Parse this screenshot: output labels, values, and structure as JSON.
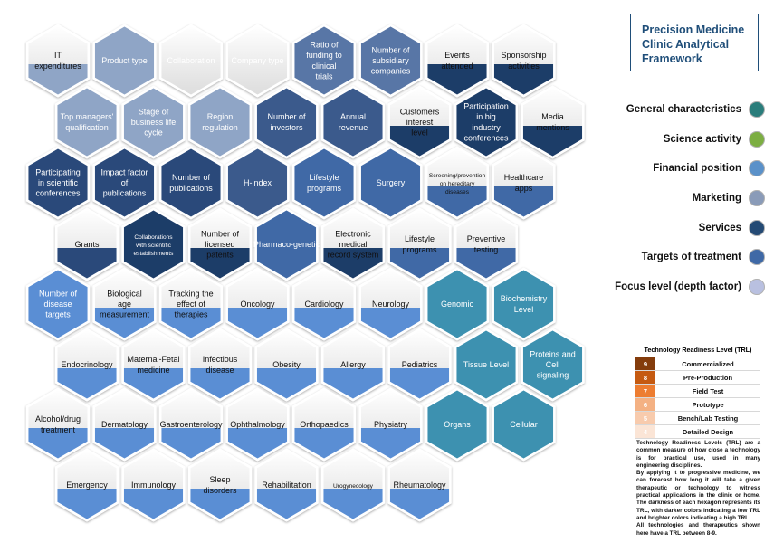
{
  "title": "Precision Medicine Clinic Analytical Framework",
  "legend": [
    {
      "label": "General characteristics",
      "color": "#2a7d7b"
    },
    {
      "label": "Science activity",
      "color": "#7cae42"
    },
    {
      "label": "Financial position",
      "color": "#5a91c9"
    },
    {
      "label": "Marketing",
      "color": "#8a9bb8"
    },
    {
      "label": "Services",
      "color": "#244a74"
    },
    {
      "label": "Targets of treatment",
      "color": "#3f69a6"
    },
    {
      "label": "Focus level (depth factor)",
      "color": "#b9c0e0"
    }
  ],
  "trl": {
    "title": "Technology Readiness Level (TRL)",
    "rows": [
      {
        "num": "9",
        "label": "Commercialized",
        "color": "#843c0c"
      },
      {
        "num": "8",
        "label": "Pre-Production",
        "color": "#c55a11"
      },
      {
        "num": "7",
        "label": "Field Test",
        "color": "#ed7d31"
      },
      {
        "num": "6",
        "label": "Prototype",
        "color": "#f4b183"
      },
      {
        "num": "5",
        "label": "Bench/Lab Testing",
        "color": "#f8cbad"
      },
      {
        "num": "4",
        "label": "Detailed Design",
        "color": "#fbe5d6"
      }
    ],
    "description": [
      "Technology Readiness Levels (TRL) are a common measure of how close a technology is for practical use, used in many engineering disciplines.",
      "By applying it to progressive medicine, we can forecast how long it will take a given therapeutic or technology to witness practical applications in the clinic or home. The darkness of each hexagon represents its TRL, with darker colors indicating a low TRL and brighter colors indicating a high TRL.",
      "All technologies and therapeutics shown here have a TRL between 8-9."
    ]
  },
  "hexagons": [
    {
      "label": "IT expenditures",
      "style": "half",
      "fill": "#8fa5c6"
    },
    {
      "label": "Product type",
      "style": "full",
      "fill": "#8fa5c6"
    },
    {
      "label": "Collaboration",
      "style": "plain"
    },
    {
      "label": "Company type",
      "style": "plain"
    },
    {
      "label": "Ratio of funding to clinical trials",
      "style": "full",
      "fill": "#5976a6"
    },
    {
      "label": "Number of subsidiary companies",
      "style": "full",
      "fill": "#5976a6"
    },
    {
      "label": "Events attended",
      "style": "half",
      "fill": "#1f3c68"
    },
    {
      "label": "Sponsorship activities",
      "style": "half",
      "fill": "#1f3c68"
    },
    {
      "label": "Top managers' qualification",
      "style": "full",
      "fill": "#8fa5c6"
    },
    {
      "label": "Stage of business life cycle",
      "style": "full",
      "fill": "#8fa5c6"
    },
    {
      "label": "Region regulation",
      "style": "full",
      "fill": "#8fa5c6"
    },
    {
      "label": "Number of investors",
      "style": "full",
      "fill": "#3a5a8c"
    },
    {
      "label": "Annual revenue",
      "style": "full",
      "fill": "#3a5a8c"
    },
    {
      "label": "Customers interest level",
      "style": "half",
      "fill": "#1f3c68"
    },
    {
      "label": "Participation in big industry conferences",
      "style": "full",
      "fill": "#1f3c68"
    },
    {
      "label": "Media mentions",
      "style": "half",
      "fill": "#1f3c68"
    },
    {
      "label": "Participating in scientific conferences",
      "style": "full",
      "fill": "#2a4a7a"
    },
    {
      "label": "Impact factor of publications",
      "style": "full",
      "fill": "#2a4a7a"
    },
    {
      "label": "Number of publications",
      "style": "full",
      "fill": "#2a4a7a"
    },
    {
      "label": "H-index",
      "style": "full",
      "fill": "#3a5a8c"
    },
    {
      "label": "Lifestyle programs",
      "style": "full",
      "fill": "#3f69a6"
    },
    {
      "label": "Surgery",
      "style": "full",
      "fill": "#3f69a6"
    },
    {
      "label": "Screening/prevention on hereditary diseases",
      "style": "half",
      "fill": "#3f69a6",
      "small": true
    },
    {
      "label": "Healthcare apps",
      "style": "half",
      "fill": "#3f69a6"
    },
    {
      "label": "Grants",
      "style": "half",
      "fill": "#2a4a7a"
    },
    {
      "label": "Collaborations with scientific establishments",
      "style": "full",
      "fill": "#1f3c68",
      "small": true
    },
    {
      "label": "Number of licensed patents",
      "style": "half",
      "fill": "#1f3c68"
    },
    {
      "label": "Pharmaco-genetic",
      "style": "full",
      "fill": "#3f69a6"
    },
    {
      "label": "Electronic medical record system",
      "style": "half",
      "fill": "#1f3c68"
    },
    {
      "label": "Lifestyle programs",
      "style": "half",
      "fill": "#3f69a6"
    },
    {
      "label": "Preventive testing",
      "style": "half",
      "fill": "#3f69a6"
    },
    {
      "label": "Number of disease targets",
      "style": "full",
      "fill": "#5a8ed4"
    },
    {
      "label": "Biological age measurement",
      "style": "half",
      "fill": "#5a8ed4"
    },
    {
      "label": "Tracking the effect of therapies",
      "style": "half",
      "fill": "#5a8ed4"
    },
    {
      "label": "Oncology",
      "style": "half",
      "fill": "#5a8ed4"
    },
    {
      "label": "Cardiology",
      "style": "half",
      "fill": "#5a8ed4"
    },
    {
      "label": "Neurology",
      "style": "half",
      "fill": "#5a8ed4"
    },
    {
      "label": "Genomic",
      "style": "full",
      "fill": "#3c91b0"
    },
    {
      "label": "Biochemistry Level",
      "style": "full",
      "fill": "#3c91b0"
    },
    {
      "label": "Endocrinology",
      "style": "half",
      "fill": "#5a8ed4"
    },
    {
      "label": "Maternal-Fetal medicine",
      "style": "half",
      "fill": "#5a8ed4"
    },
    {
      "label": "Infectious disease",
      "style": "half",
      "fill": "#5a8ed4"
    },
    {
      "label": "Obesity",
      "style": "half",
      "fill": "#5a8ed4"
    },
    {
      "label": "Allergy",
      "style": "half",
      "fill": "#5a8ed4"
    },
    {
      "label": "Pediatrics",
      "style": "half",
      "fill": "#5a8ed4"
    },
    {
      "label": "Tissue Level",
      "style": "full",
      "fill": "#3c91b0"
    },
    {
      "label": "Proteins and Cell signaling",
      "style": "full",
      "fill": "#3c91b0"
    },
    {
      "label": "Alcohol/drug treatment",
      "style": "half",
      "fill": "#5a8ed4"
    },
    {
      "label": "Dermatology",
      "style": "half",
      "fill": "#5a8ed4"
    },
    {
      "label": "Gastroenterology",
      "style": "half",
      "fill": "#5a8ed4"
    },
    {
      "label": "Ophthalmology",
      "style": "half",
      "fill": "#5a8ed4"
    },
    {
      "label": "Orthopaedics",
      "style": "half",
      "fill": "#5a8ed4"
    },
    {
      "label": "Physiatry",
      "style": "half",
      "fill": "#5a8ed4"
    },
    {
      "label": "Organs",
      "style": "full",
      "fill": "#3c91b0"
    },
    {
      "label": "Cellular",
      "style": "full",
      "fill": "#3c91b0"
    },
    {
      "label": "Emergency",
      "style": "half",
      "fill": "#5a8ed4"
    },
    {
      "label": "Immunology",
      "style": "half",
      "fill": "#5a8ed4"
    },
    {
      "label": "Sleep disorders",
      "style": "half",
      "fill": "#5a8ed4"
    },
    {
      "label": "Rehabilitation",
      "style": "half",
      "fill": "#5a8ed4"
    },
    {
      "label": "Urogynecology",
      "style": "half",
      "fill": "#5a8ed4",
      "small": true
    },
    {
      "label": "Rheumatology",
      "style": "half",
      "fill": "#5a8ed4"
    }
  ]
}
